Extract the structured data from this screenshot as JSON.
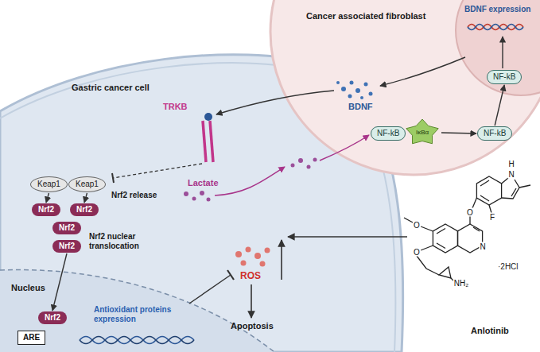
{
  "diagram": {
    "nodes": [
      {
        "text": [
          "Gastric cancer cell"
        ]
      },
      {
        "text": [
          "Keap1"
        ],
        "in": 0
      },
      {
        "text": [
          "Keap1"
        ],
        "in": 0
      },
      {
        "text": [
          "Nrf2"
        ],
        "in": 0
      },
      {
        "text": [
          "Nrf2"
        ],
        "in": 0
      },
      {
        "text": [
          "Nrf2"
        ],
        "in": 0
      },
      {
        "text": [
          "Nrf2"
        ],
        "in": 0
      },
      {
        "text": [
          "Nucleus"
        ],
        "in": 0
      },
      {
        "text": [
          "Nrf2"
        ],
        "in": 7
      },
      {
        "text": [
          "ARE"
        ],
        "in": 7
      },
      {
        "text": [
          "Cancer associated fibroblast"
        ]
      },
      {
        "text": [
          "NF-kB"
        ],
        "in": 10
      },
      {
        "text": [
          "IκBα"
        ],
        "in": 10
      },
      {
        "text": [
          "NF-kB"
        ],
        "in": 10
      },
      {
        "text": [
          "BDNF expression"
        ],
        "in": 10
      },
      {
        "text": [
          "NF-kB"
        ],
        "in": 14
      }
    ],
    "edges": [
      {
        "from": 1,
        "to": 3,
        "arrow": "to"
      },
      {
        "from": 2,
        "to": 4,
        "arrow": "to"
      },
      {
        "from": 6,
        "to": 8,
        "arrow": "to"
      },
      {
        "from": 12,
        "to": 13,
        "arrow": "to"
      },
      {
        "from": 13,
        "to": 15,
        "arrow": "to"
      }
    ],
    "labels": [
      "TRKB",
      "BDNF",
      "Lactate",
      "Nrf2 release",
      "Nrf2 nuclear translocation",
      "Antioxidant proteins expression",
      "ROS",
      "Apoptosis",
      "Anlotinib",
      "·2HCl",
      "H",
      "N",
      "O",
      "F",
      "O",
      "O",
      "N",
      "NH₂"
    ]
  }
}
